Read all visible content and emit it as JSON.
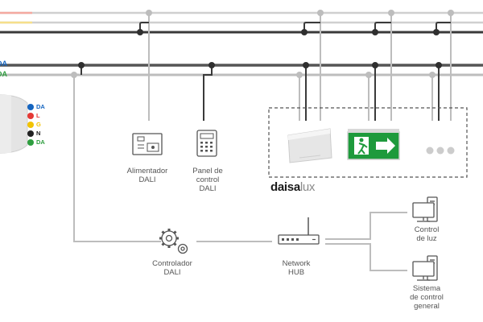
{
  "diagram": {
    "bus_label_left": "DA",
    "bus_label_left_colors": [
      "#1565c0",
      "#2e9e3f"
    ],
    "cable_conductors": [
      {
        "label": "DA",
        "color": "#1565c0"
      },
      {
        "label": "L",
        "color": "#e53935"
      },
      {
        "label": "G",
        "color": "#f2c300"
      },
      {
        "label": "N",
        "color": "#222222"
      },
      {
        "label": "DA",
        "color": "#2e9e3f"
      }
    ],
    "devices": {
      "alimentador": {
        "line1": "Alimentador",
        "line2": "DALI"
      },
      "panel": {
        "line1": "Panel de",
        "line2": "control",
        "line3": "DALI"
      },
      "controlador": {
        "line1": "Controlador",
        "line2": "DALI"
      },
      "hub": {
        "line1": "Network",
        "line2": "HUB"
      },
      "control_luz": {
        "line1": "Control",
        "line2": "de luz"
      },
      "sistema": {
        "line1": "Sistema",
        "line2": "de control",
        "line3": "general"
      }
    },
    "brand": {
      "part1": "daisa",
      "part2": "lux"
    },
    "colors": {
      "wire_dark": "#3a3a3a",
      "wire_light": "#bdbdbd",
      "exit_sign_green": "#1e9a3c",
      "connector": "#2f2f2f"
    },
    "icons": {
      "alimentador": "power-supply-icon",
      "panel": "control-panel-icon",
      "controlador": "gears-icon",
      "hub": "network-hub-icon",
      "control_luz": "computer-icon",
      "sistema": "computer-icon",
      "luminaire": "luminaire-icon",
      "exit_sign": "exit-sign-icon",
      "more": "more-dots-icon"
    }
  }
}
